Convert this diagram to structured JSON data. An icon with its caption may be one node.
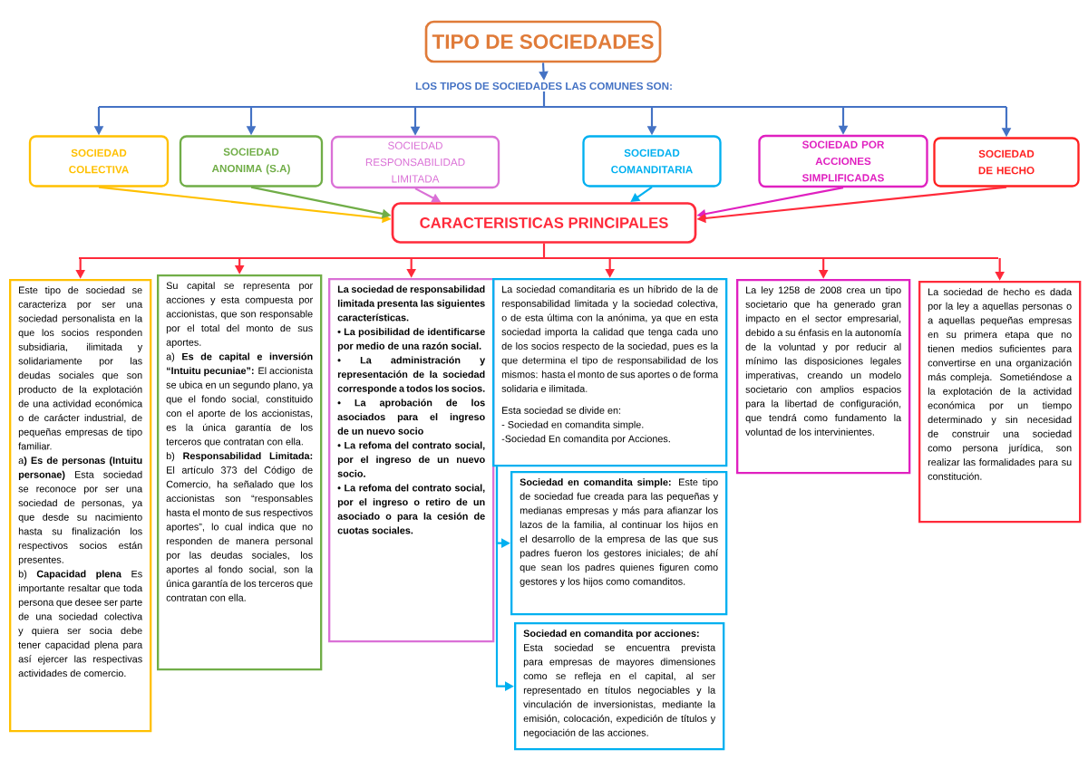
{
  "diagram": {
    "nodes": [
      {
        "text": [
          "TIPO DE SOCIEDADES"
        ]
      },
      {
        "text": [
          "LOS TIPOS DE SOCIEDADES LAS COMUNES SON:"
        ]
      },
      {
        "text": [
          "SOCIEDAD COLECTIVA"
        ]
      },
      {
        "text": [
          "SOCIEDAD ANONIMA (S.A)"
        ]
      },
      {
        "text": [
          "SOCIEDAD RESPONSABILIDAD LIMITADA"
        ]
      },
      {
        "text": [
          "SOCIEDAD COMANDITARIA"
        ]
      },
      {
        "text": [
          "SOCIEDAD POR ACCIONES SIMPLIFICADAS"
        ]
      },
      {
        "text": [
          "SOCIEDAD DE HECHO"
        ]
      },
      {
        "text": [
          "CARACTERISTICAS PRINCIPALES"
        ]
      },
      {
        "text": [
          "Este tipo de sociedad se caracteriza por ser una sociedad personalista en la que los socios responden subsidiaria, ilimitada y solidariamente por las deudas sociales que son producto de la explotación de una actividad económica o de carácter industrial, de pequeñas empresas de tipo familiar.",
          "a**) Es de personas (Intuitu personae)** Esta sociedad se reconoce por ser una sociedad de personas, ya que desde su nacimiento hasta su finalización los respectivos socios están presentes.",
          "b) **Capacidad plena** Es importante resaltar que toda persona que desee ser parte de una sociedad colectiva y quiera ser socia debe tener capacidad plena para así ejercer las respectivas actividades de comercio."
        ]
      },
      {
        "text": [
          "Su capital se representa por acciones y esta compuesta por accionistas, que son responsable por el total del monto de sus aportes.",
          "a) **Es de capital e inversión “Intuitu pecuniae”:** El accionista se ubica en un segundo plano, ya que el fondo social, constituido con el aporte de los accionistas, es la única garantía de los terceros que contratan con ella.",
          "b) **Responsabilidad Limitada:** El artículo 373 del Código de Comercio, ha señalado que los accionistas son “responsables hasta el monto de sus respectivos aportes”, lo cual indica que no responden de manera personal por las deudas sociales, los aportes al fondo social, son la única garantía de los terceros que contratan con ella."
        ]
      },
      {
        "text": [
          "La sociedad de responsabilidad limitada presenta las siguientes características.",
          "• La posibilidad de identificarse por medio de una razón social.",
          "• La administración y representación de la sociedad corresponde a todos los socios.",
          "• La aprobación de los asociados para el ingreso de un nuevo socio",
          "• La refoma del contrato social, por el ingreso de un nuevo socio.",
          "• La refoma del contrato social, por el ingreso o retiro de un asociado o para la cesión de cuotas sociales."
        ]
      },
      {
        "text": [
          "La sociedad comanditaria es un híbrido de la de responsabilidad limitada y la sociedad colectiva, o de esta última con la anónima, ya que en esta sociedad importa la calidad que tenga cada uno de los socios respecto de la sociedad, pues es la que determina el tipo de responsabilidad de los mismos: hasta el monto de sus aportes o de forma solidaria e ilimitada.",
          "Esta sociedad se divide en:",
          "- Sociedad en comandita simple.",
          "-Sociedad En comandita por Acciones."
        ]
      },
      {
        "text": [
          "La ley 1258 de 2008 crea un tipo societario que ha generado gran impacto en el sector empresarial, debido a su énfasis en la autonomía de la voluntad y por reducir al mínimo las disposiciones legales imperativas, creando un modelo societario con amplios espacios para la libertad de configuración, que tendrá como fundamento la voluntad de los intervinientes."
        ]
      },
      {
        "text": [
          "La sociedad de hecho es dada por la ley a aquellas personas o a aquellas pequeñas empresas en su primera etapa que no tienen medios suficientes para convertirse en una organización más compleja. Sometiéndose a la explotación de la actividad económica por un tiempo determinado y sin necesidad de construir una sociedad como persona jurídica, son realizar las formalidades para su constitución."
        ]
      },
      {
        "text": [
          "**Sociedad en comandita simple:** Este tipo de sociedad fue creada para las pequeñas y medianas empresas y más para afianzar los lazos de la familia, al continuar los hijos en el desarrollo de la empresa de las que sus padres fueron los gestores iniciales; de ahí que sean los padres quienes figuren como gestores y los hijos como comanditos."
        ]
      },
      {
        "text": [
          "Sociedad en comandita por acciones:",
          "Esta sociedad se encuentra prevista para empresas de mayores dimensiones como se refleja en el capital, al ser representado en títulos negociables y la vinculación de inversionistas, mediante la emisión, colocación, expedición de títulos y negociación de las acciones."
        ]
      }
    ],
    "edges": [
      {
        "from": 0,
        "to": 1,
        "arrow": "to"
      },
      {
        "from": 1,
        "to": 2,
        "arrow": "to"
      },
      {
        "from": 1,
        "to": 3,
        "arrow": "to"
      },
      {
        "from": 1,
        "to": 4,
        "arrow": "to"
      },
      {
        "from": 1,
        "to": 5,
        "arrow": "to"
      },
      {
        "from": 1,
        "to": 6,
        "arrow": "to"
      },
      {
        "from": 1,
        "to": 7,
        "arrow": "to"
      },
      {
        "from": 2,
        "to": 8,
        "arrow": "to",
        "color": "#ffc000"
      },
      {
        "from": 3,
        "to": 8,
        "arrow": "to",
        "color": "#70ad47"
      },
      {
        "from": 4,
        "to": 8,
        "arrow": "to",
        "color": "#da70d6"
      },
      {
        "from": 5,
        "to": 8,
        "arrow": "to",
        "color": "#00b0f0"
      },
      {
        "from": 6,
        "to": 8,
        "arrow": "to",
        "color": "#e020c0"
      },
      {
        "from": 7,
        "to": 8,
        "arrow": "to",
        "color": "#ff2a3a"
      },
      {
        "from": 8,
        "to": 9,
        "arrow": "to",
        "color": "#ff2a3a"
      },
      {
        "from": 8,
        "to": 10,
        "arrow": "to",
        "color": "#ff2a3a"
      },
      {
        "from": 8,
        "to": 11,
        "arrow": "to",
        "color": "#ff2a3a"
      },
      {
        "from": 8,
        "to": 12,
        "arrow": "to",
        "color": "#ff2a3a"
      },
      {
        "from": 8,
        "to": 13,
        "arrow": "to",
        "color": "#ff2a3a"
      },
      {
        "from": 8,
        "to": 14,
        "arrow": "to",
        "color": "#ff2a3a"
      },
      {
        "from": 12,
        "to": 15,
        "arrow": "to",
        "color": "#00b0f0"
      },
      {
        "from": 12,
        "to": 16,
        "arrow": "to",
        "color": "#00b0f0"
      }
    ]
  }
}
